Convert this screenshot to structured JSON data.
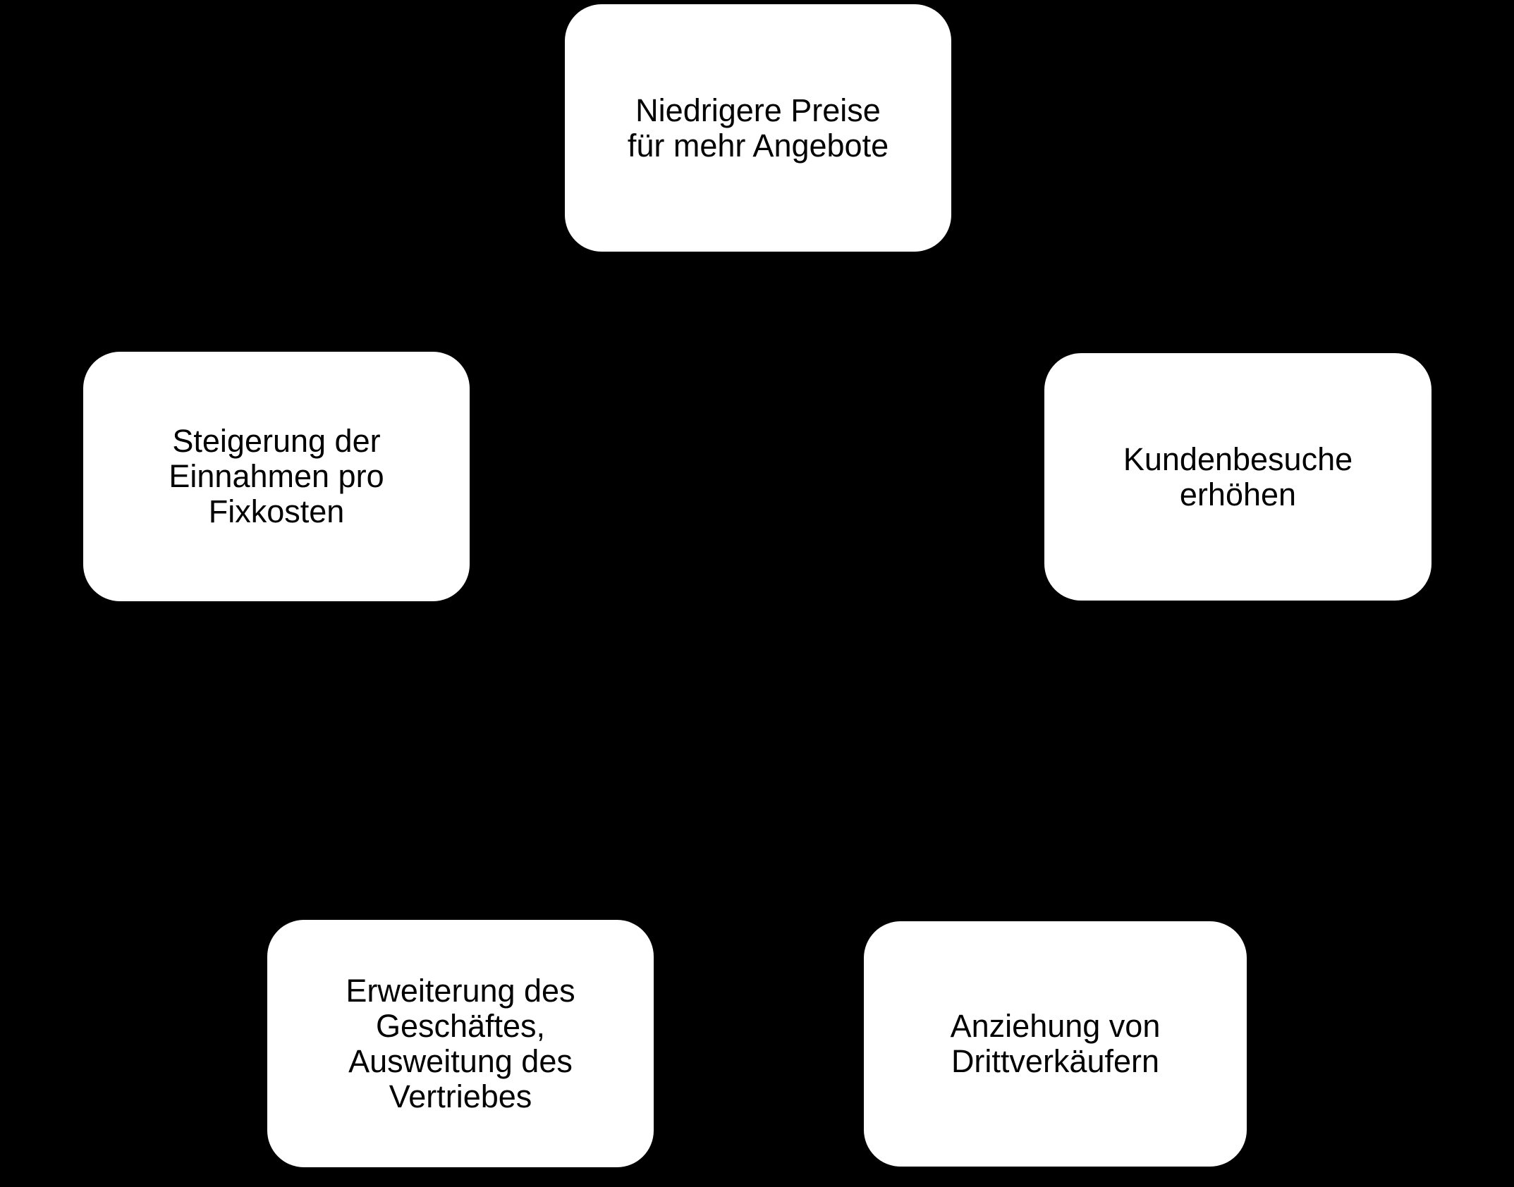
{
  "diagram": {
    "type": "cycle-flowchart",
    "language": "de",
    "colors": {
      "background": "#000000",
      "node_fill": "#ffffff",
      "node_text": "#000000"
    },
    "nodes": [
      {
        "id": "niedrigere-preise",
        "position": "top",
        "label": "Niedrigere Preise für mehr Angebote",
        "lines": [
          "Niedrigere Preise",
          "für mehr Angebote"
        ]
      },
      {
        "id": "steigerung-einnahmen",
        "position": "left",
        "label": "Steigerung der Einnahmen pro Fixkosten",
        "lines": [
          "Steigerung der",
          "Einnahmen pro",
          "Fixkosten"
        ]
      },
      {
        "id": "kundenbesuche",
        "position": "right",
        "label": "Kundenbesuche erhöhen",
        "lines": [
          "Kundenbesuche",
          "erhöhen"
        ]
      },
      {
        "id": "erweiterung-geschaeft",
        "position": "bottom-left",
        "label": "Erweiterung des Geschäftes, Ausweitung des Vertriebes",
        "lines": [
          "Erweiterung des",
          "Geschäftes,",
          "Ausweitung des",
          "Vertriebes"
        ]
      },
      {
        "id": "anziehung-drittverkaeufer",
        "position": "bottom-right",
        "label": "Anziehung von Drittverkäufern",
        "lines": [
          "Anziehung von",
          "Drittverkäufern"
        ]
      }
    ]
  }
}
